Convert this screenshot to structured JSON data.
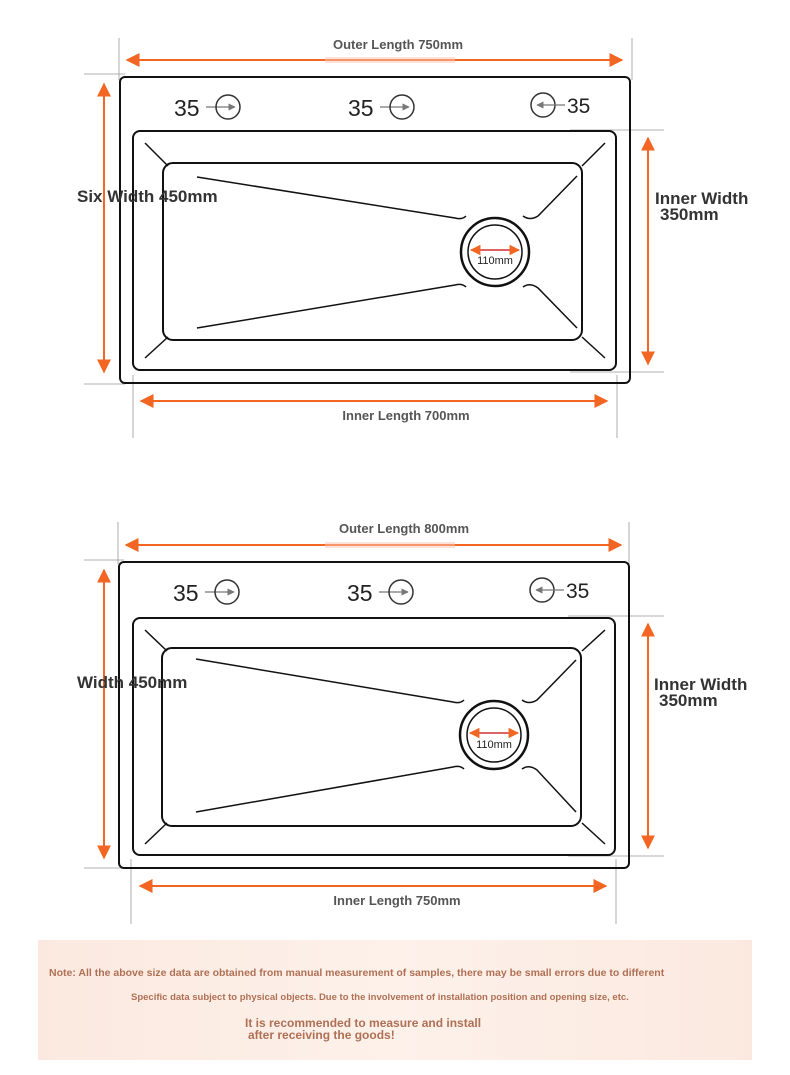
{
  "colors": {
    "dimension_arrow": "#f26522",
    "outline": "#111111",
    "guide": "#999999",
    "note_text": "#b07055",
    "note_bg": "#fbe9df"
  },
  "diagrams": [
    {
      "outer_length": "Outer Length 750mm",
      "width_label": "Six Width 450mm",
      "inner_width_line1": "Inner Width",
      "inner_width_line2": "350mm",
      "inner_length": "Inner Length 700mm",
      "drain": "110mm",
      "holes": [
        "35",
        "35",
        "35"
      ]
    },
    {
      "outer_length": "Outer Length 800mm",
      "width_label": "Width 450mm",
      "inner_width_line1": "Inner Width",
      "inner_width_line2": "350mm",
      "inner_length": "Inner Length 750mm",
      "drain": "110mm",
      "holes": [
        "35",
        "35",
        "35"
      ]
    }
  ],
  "note": {
    "line1": "Note: All the above size data are obtained from manual measurement of samples, there may be small errors due to different",
    "line2": "Specific data subject to physical objects. Due to the involvement of installation position and opening size, etc.",
    "line3": "It is recommended to measure and install",
    "line4": "after receiving the goods!"
  }
}
